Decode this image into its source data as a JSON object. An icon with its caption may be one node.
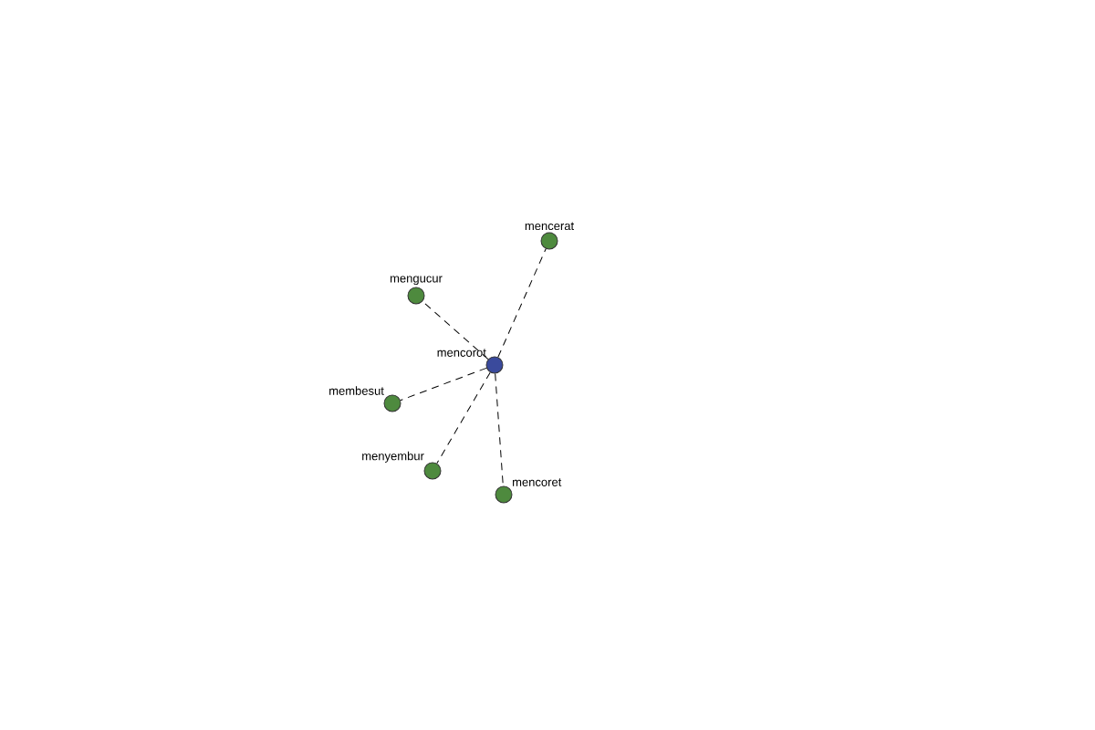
{
  "diagram": {
    "nodes": [
      {
        "text": [
          "mencorot"
        ]
      },
      {
        "text": [
          "mencerat"
        ]
      },
      {
        "text": [
          "mengucur"
        ]
      },
      {
        "text": [
          "membesut"
        ]
      },
      {
        "text": [
          "menyembur"
        ]
      },
      {
        "text": [
          "mencoret"
        ]
      }
    ],
    "edges": [
      {
        "from": 0,
        "to": 1,
        "arrow": "none",
        "style": "dashed"
      },
      {
        "from": 0,
        "to": 2,
        "arrow": "none",
        "style": "dashed"
      },
      {
        "from": 0,
        "to": 3,
        "arrow": "none",
        "style": "dashed"
      },
      {
        "from": 0,
        "to": 4,
        "arrow": "none",
        "style": "dashed"
      },
      {
        "from": 0,
        "to": 5,
        "arrow": "none",
        "style": "dashed"
      }
    ]
  }
}
